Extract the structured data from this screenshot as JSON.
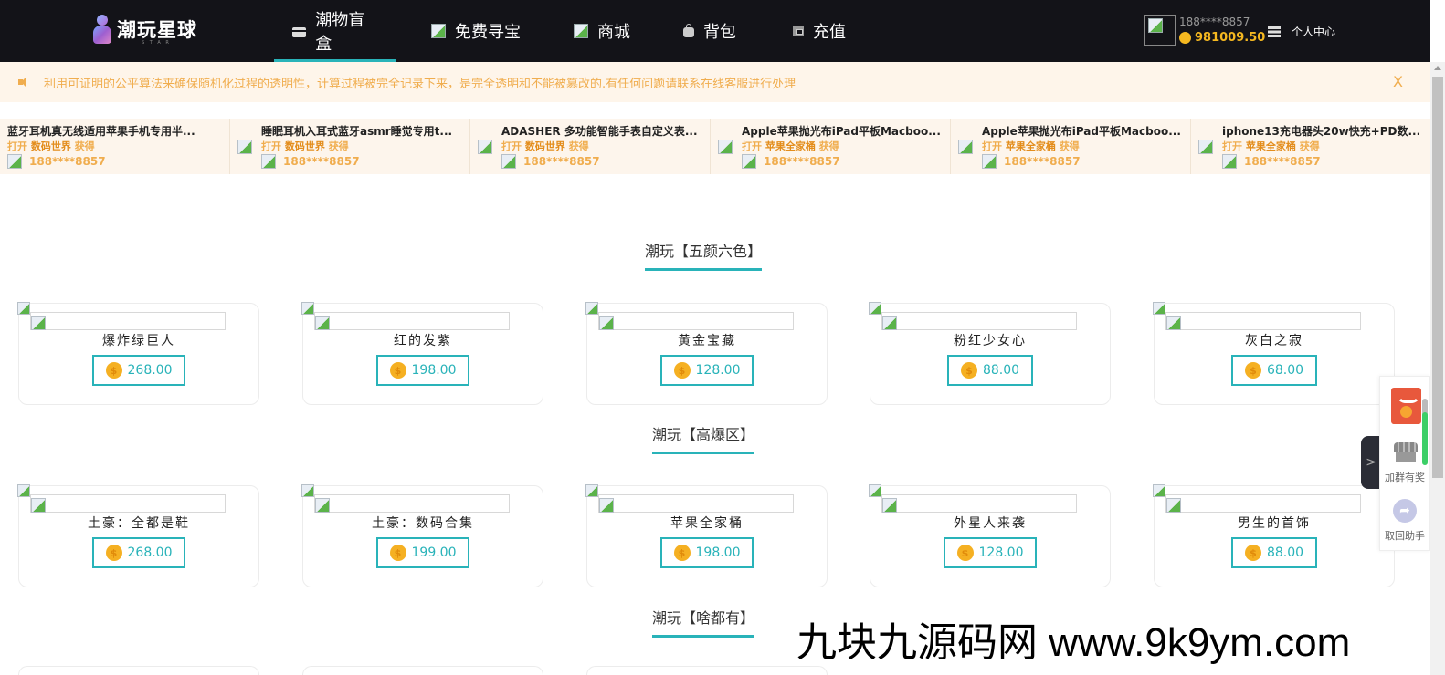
{
  "header": {
    "logo_text": "潮玩星球",
    "logo_sub": "S T A R",
    "nav": [
      {
        "label": "潮物盲盒",
        "icon": "box-icon",
        "active": true
      },
      {
        "label": "免费寻宝",
        "icon": "broken-image-icon"
      },
      {
        "label": "商城",
        "icon": "broken-image-icon"
      },
      {
        "label": "背包",
        "icon": "bag-icon"
      },
      {
        "label": "充值",
        "icon": "wallet-icon"
      }
    ],
    "user": {
      "phone": "188****8857",
      "coins": "981009.50"
    },
    "personal_center": "个人中心"
  },
  "notice": {
    "text": "利用可证明的公平算法来确保随机化过程的透明性，计算过程被完全记录下来，是完全透明和不能被篡改的.有任何问题请联系在线客服进行处理",
    "close": "X"
  },
  "ticker": [
    {
      "title": "蓝牙耳机真无线适用苹果手机专用半...",
      "open": "打开",
      "category": "数码世界",
      "got": "获得",
      "user": "188****8857",
      "has_image": false
    },
    {
      "title": "睡眠耳机入耳式蓝牙asmr睡觉专用t...",
      "open": "打开",
      "category": "数码世界",
      "got": "获得",
      "user": "188****8857",
      "has_image": true
    },
    {
      "title": "ADASHER 多功能智能手表自定义表...",
      "open": "打开",
      "category": "数码世界",
      "got": "获得",
      "user": "188****8857",
      "has_image": true
    },
    {
      "title": "Apple苹果抛光布iPad平板Macboo...",
      "open": "打开",
      "category": "苹果全家桶",
      "got": "获得",
      "user": "188****8857",
      "has_image": true
    },
    {
      "title": "Apple苹果抛光布iPad平板Macboo...",
      "open": "打开",
      "category": "苹果全家桶",
      "got": "获得",
      "user": "188****8857",
      "has_image": true
    },
    {
      "title": "iphone13充电器头20w快充+PD数...",
      "open": "打开",
      "category": "苹果全家桶",
      "got": "获得",
      "user": "188****8857",
      "has_image": true
    }
  ],
  "sections": [
    {
      "title": "潮玩【五颜六色】",
      "boxes": [
        {
          "name": "爆炸绿巨人",
          "price": "268.00"
        },
        {
          "name": "红的发紫",
          "price": "198.00"
        },
        {
          "name": "黄金宝藏",
          "price": "128.00"
        },
        {
          "name": "粉红少女心",
          "price": "88.00"
        },
        {
          "name": "灰白之寂",
          "price": "68.00"
        }
      ]
    },
    {
      "title": "潮玩【高爆区】",
      "boxes": [
        {
          "name": "土豪：全都是鞋",
          "price": "268.00"
        },
        {
          "name": "土豪：数码合集",
          "price": "199.00"
        },
        {
          "name": "苹果全家桶",
          "price": "198.00"
        },
        {
          "name": "外星人来袭",
          "price": "128.00"
        },
        {
          "name": "男生的首饰",
          "price": "88.00"
        }
      ]
    },
    {
      "title": "潮玩【啥都有】",
      "boxes": []
    }
  ],
  "side_widget": {
    "toggle": ">",
    "join_group": "加群有奖",
    "recover": "取回助手"
  },
  "coin_symbol": "$",
  "watermark": "九块九源码网 www.9k9ym.com",
  "colors": {
    "accent": "#29b3b9",
    "gold": "#f5b820",
    "notice_text": "#f0ad4e",
    "header_bg": "#131318"
  }
}
